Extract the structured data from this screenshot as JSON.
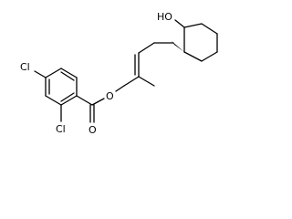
{
  "molecule": {
    "atom_labels": {
      "hydroxyl": "HO",
      "carbonyl_oxygen": "O",
      "ester_oxygen": "O",
      "chlorine_para": "Cl",
      "chlorine_ortho": "Cl"
    },
    "colors": {
      "bond": "#000000",
      "text": "#000000",
      "background": "#ffffff"
    }
  }
}
